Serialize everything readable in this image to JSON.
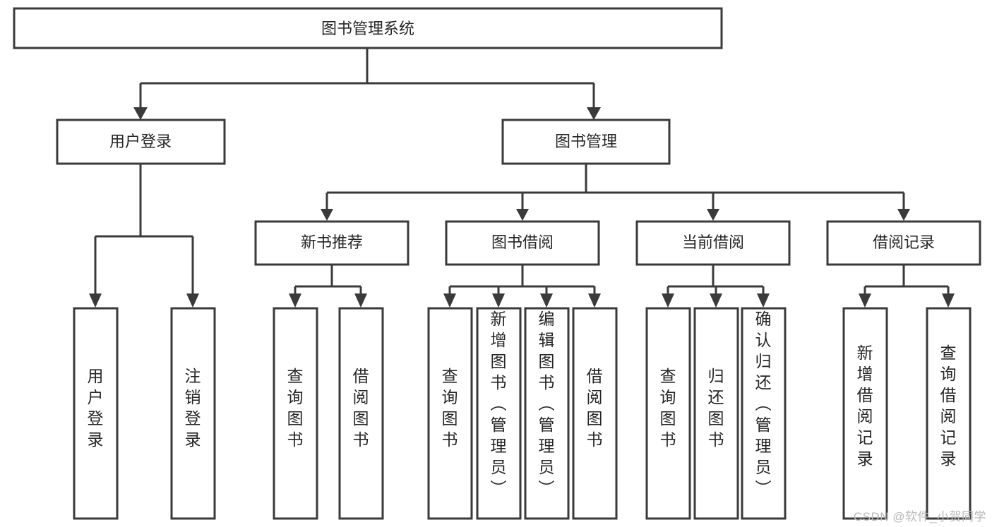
{
  "diagram": {
    "title": "图书管理系统",
    "type": "function-structure-tree",
    "root": {
      "id": "root",
      "label": "图书管理系统",
      "orientation": "horizontal"
    },
    "level2": [
      {
        "id": "user-login",
        "label": "用户登录",
        "orientation": "horizontal"
      },
      {
        "id": "book-manage",
        "label": "图书管理",
        "orientation": "horizontal"
      }
    ],
    "level3": [
      {
        "id": "new-book-recommend",
        "label": "新书推荐",
        "parent": "book-manage",
        "orientation": "horizontal"
      },
      {
        "id": "book-borrow",
        "label": "图书借阅",
        "parent": "book-manage",
        "orientation": "horizontal"
      },
      {
        "id": "current-borrow",
        "label": "当前借阅",
        "parent": "book-manage",
        "orientation": "horizontal"
      },
      {
        "id": "borrow-record",
        "label": "借阅记录",
        "parent": "book-manage",
        "orientation": "horizontal"
      }
    ],
    "leaves": [
      {
        "id": "leaf-user-login",
        "label": "用户登录",
        "parent": "user-login",
        "orientation": "vertical"
      },
      {
        "id": "leaf-user-logout",
        "label": "注销登录",
        "parent": "user-login",
        "orientation": "vertical"
      },
      {
        "id": "leaf-query-book-1",
        "label": "查询图书",
        "parent": "new-book-recommend",
        "orientation": "vertical"
      },
      {
        "id": "leaf-borrow-book-1",
        "label": "借阅图书",
        "parent": "new-book-recommend",
        "orientation": "vertical"
      },
      {
        "id": "leaf-query-book-2",
        "label": "查询图书",
        "parent": "book-borrow",
        "orientation": "vertical"
      },
      {
        "id": "leaf-add-book",
        "label": "新增图书（管理员）",
        "parent": "book-borrow",
        "orientation": "vertical"
      },
      {
        "id": "leaf-edit-book",
        "label": "编辑图书（管理员）",
        "parent": "book-borrow",
        "orientation": "vertical"
      },
      {
        "id": "leaf-borrow-book-2",
        "label": "借阅图书",
        "parent": "book-borrow",
        "orientation": "vertical"
      },
      {
        "id": "leaf-query-book-3",
        "label": "查询图书",
        "parent": "current-borrow",
        "orientation": "vertical"
      },
      {
        "id": "leaf-return-book",
        "label": "归还图书",
        "parent": "current-borrow",
        "orientation": "vertical"
      },
      {
        "id": "leaf-confirm-return",
        "label": "确认归还（管理员）",
        "parent": "current-borrow",
        "orientation": "vertical"
      },
      {
        "id": "leaf-add-record",
        "label": "新增借阅记录",
        "parent": "borrow-record",
        "orientation": "vertical"
      },
      {
        "id": "leaf-query-record",
        "label": "查询借阅记录",
        "parent": "borrow-record",
        "orientation": "vertical"
      }
    ],
    "colors": {
      "box_fill": "#ffffff",
      "box_stroke": "#3a3a3a",
      "text": "#262626",
      "background": "#ffffff",
      "watermark": "#b9b9b9"
    }
  },
  "watermark": {
    "text": "CSDN @软件_小贺同学"
  }
}
